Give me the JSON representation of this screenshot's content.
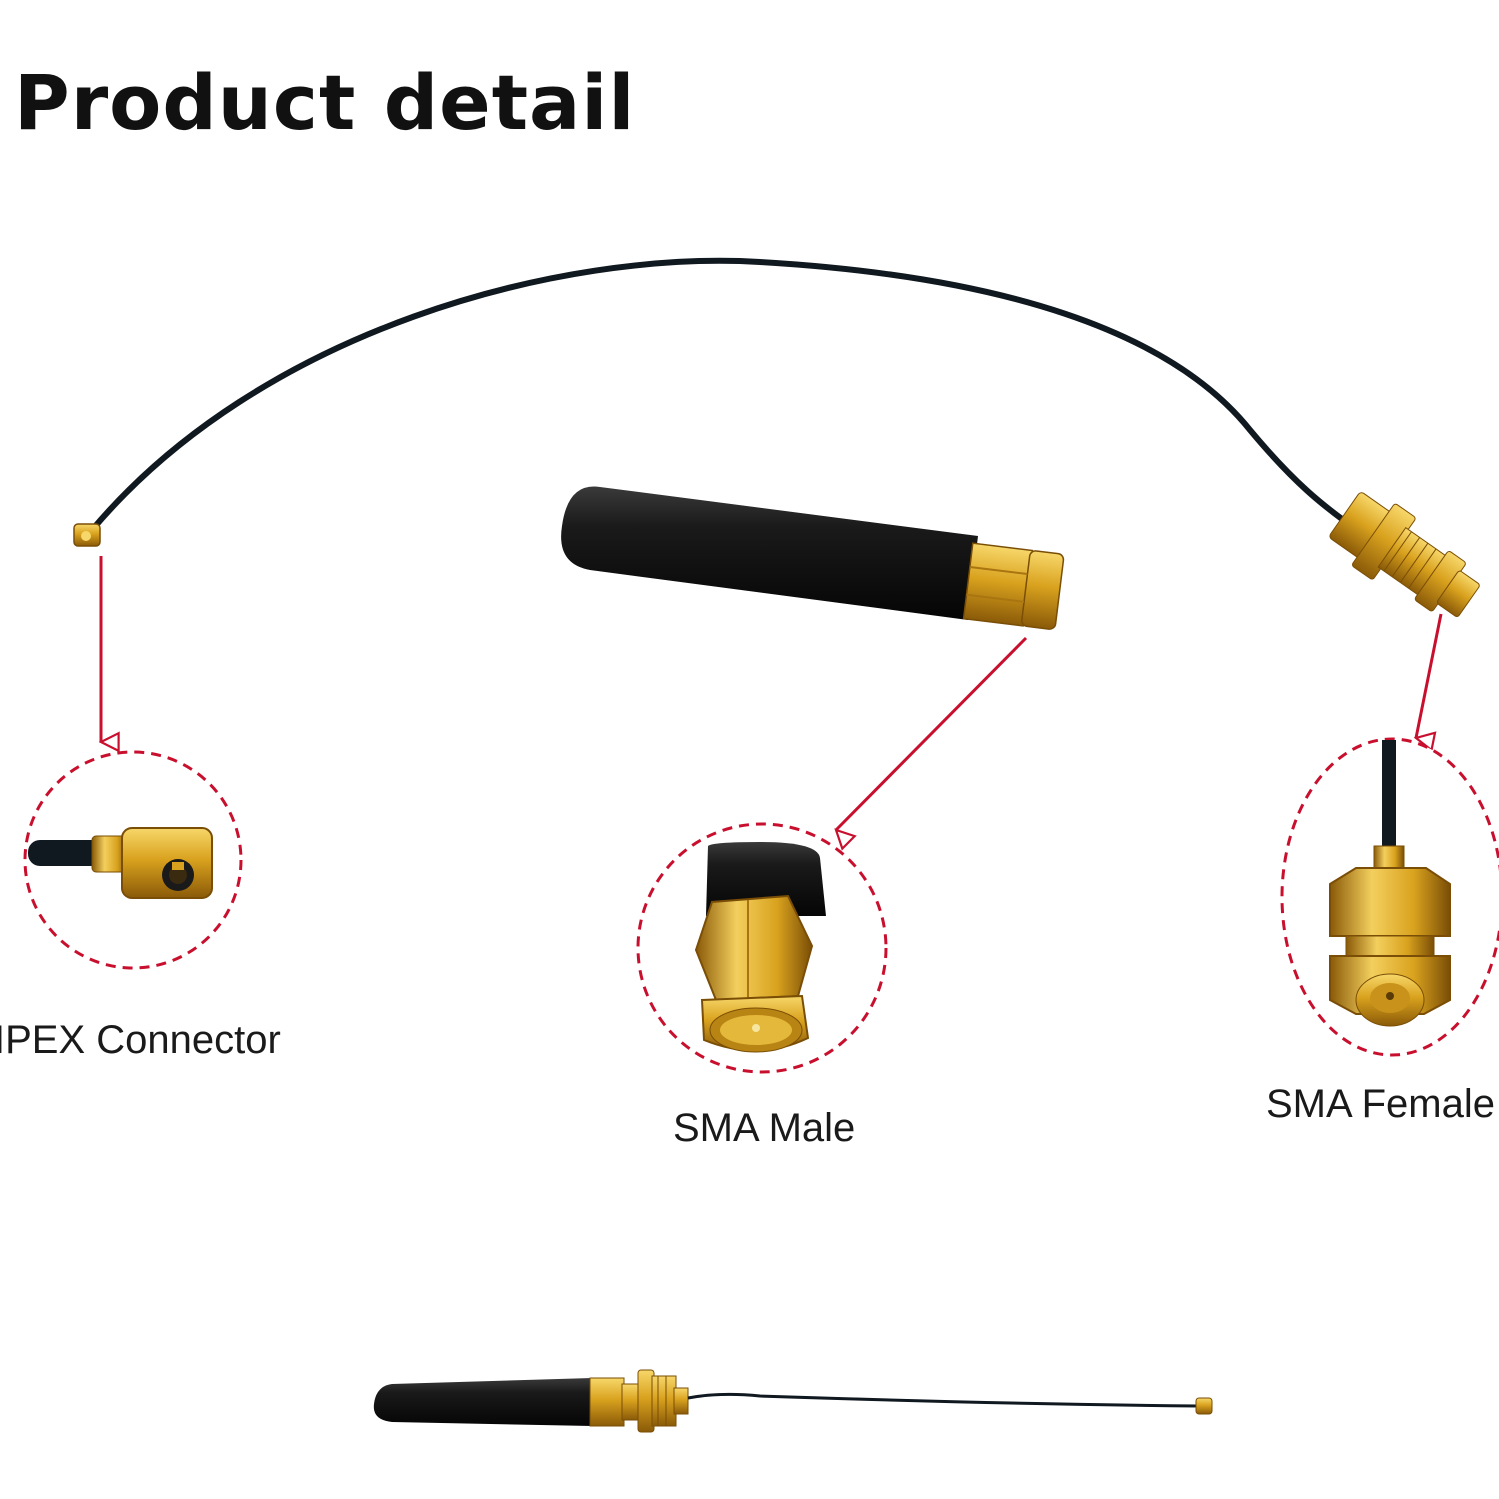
{
  "title": "Product detail",
  "labels": {
    "ipex": "IPEX Connector",
    "sma_male": "SMA Male",
    "sma_female": "SMA Female"
  },
  "colors": {
    "cable": "#101820",
    "antenna": "#141414",
    "gold": "#d9a21e",
    "arrow": "#c8102e"
  }
}
